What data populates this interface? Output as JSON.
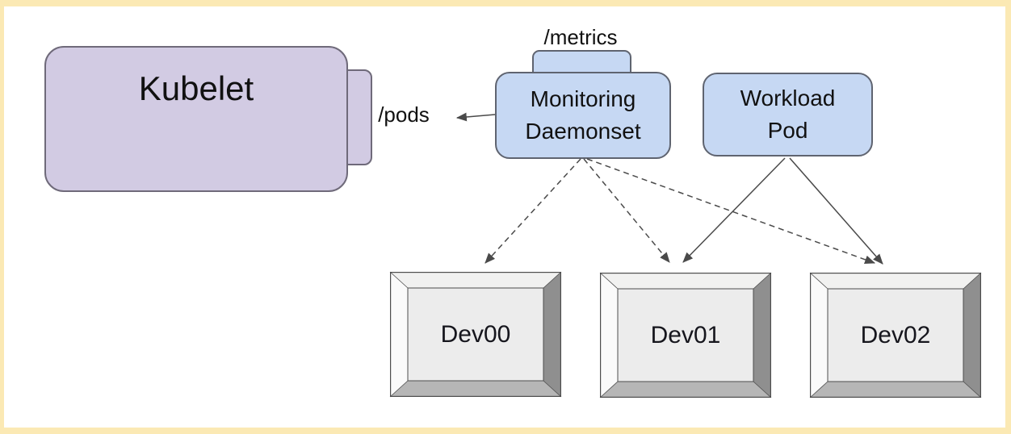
{
  "diagram": {
    "description": "Kubernetes node monitoring diagram: a monitoring daemonset scrapes kubelet /pods and exposes /metrics, devices shared with a workload pod",
    "nodes": {
      "kubelet": {
        "label": "Kubelet",
        "fill": "#d2cbe3",
        "shape": "rounded-rect-with-side-tab"
      },
      "monitoring_daemonset": {
        "label": "Monitoring Daemonset",
        "fill": "#c6d8f3",
        "shape": "rounded-rect-with-top-tab"
      },
      "workload_pod": {
        "label": "Workload Pod",
        "fill": "#c6d8f3",
        "shape": "rounded-rect"
      },
      "dev00": {
        "label": "Dev00",
        "fill": "#ececec",
        "shape": "beveled-box"
      },
      "dev01": {
        "label": "Dev01",
        "fill": "#ececec",
        "shape": "beveled-box"
      },
      "dev02": {
        "label": "Dev02",
        "fill": "#ececec",
        "shape": "beveled-box"
      }
    },
    "endpoints": {
      "metrics": "/metrics",
      "pods": "/pods"
    },
    "edges": [
      {
        "from": "monitoring_daemonset",
        "to": "pods",
        "style": "solid",
        "arrow": "to"
      },
      {
        "from": "monitoring_daemonset",
        "to": "dev00",
        "style": "dashed",
        "arrow": "to"
      },
      {
        "from": "monitoring_daemonset",
        "to": "dev01",
        "style": "dashed",
        "arrow": "to"
      },
      {
        "from": "monitoring_daemonset",
        "to": "dev02",
        "style": "dashed",
        "arrow": "to"
      },
      {
        "from": "workload_pod",
        "to": "dev01",
        "style": "solid",
        "arrow": "to"
      },
      {
        "from": "workload_pod",
        "to": "dev02",
        "style": "solid",
        "arrow": "to"
      }
    ],
    "colors": {
      "frame": "#fbe9b4",
      "background": "#ffffff",
      "purple_node": "#d2cbe3",
      "blue_node": "#c6d8f3",
      "edge": "#4a4a4a",
      "bevel_light": "#fafafa",
      "bevel_dark": "#8f8f8f"
    }
  }
}
